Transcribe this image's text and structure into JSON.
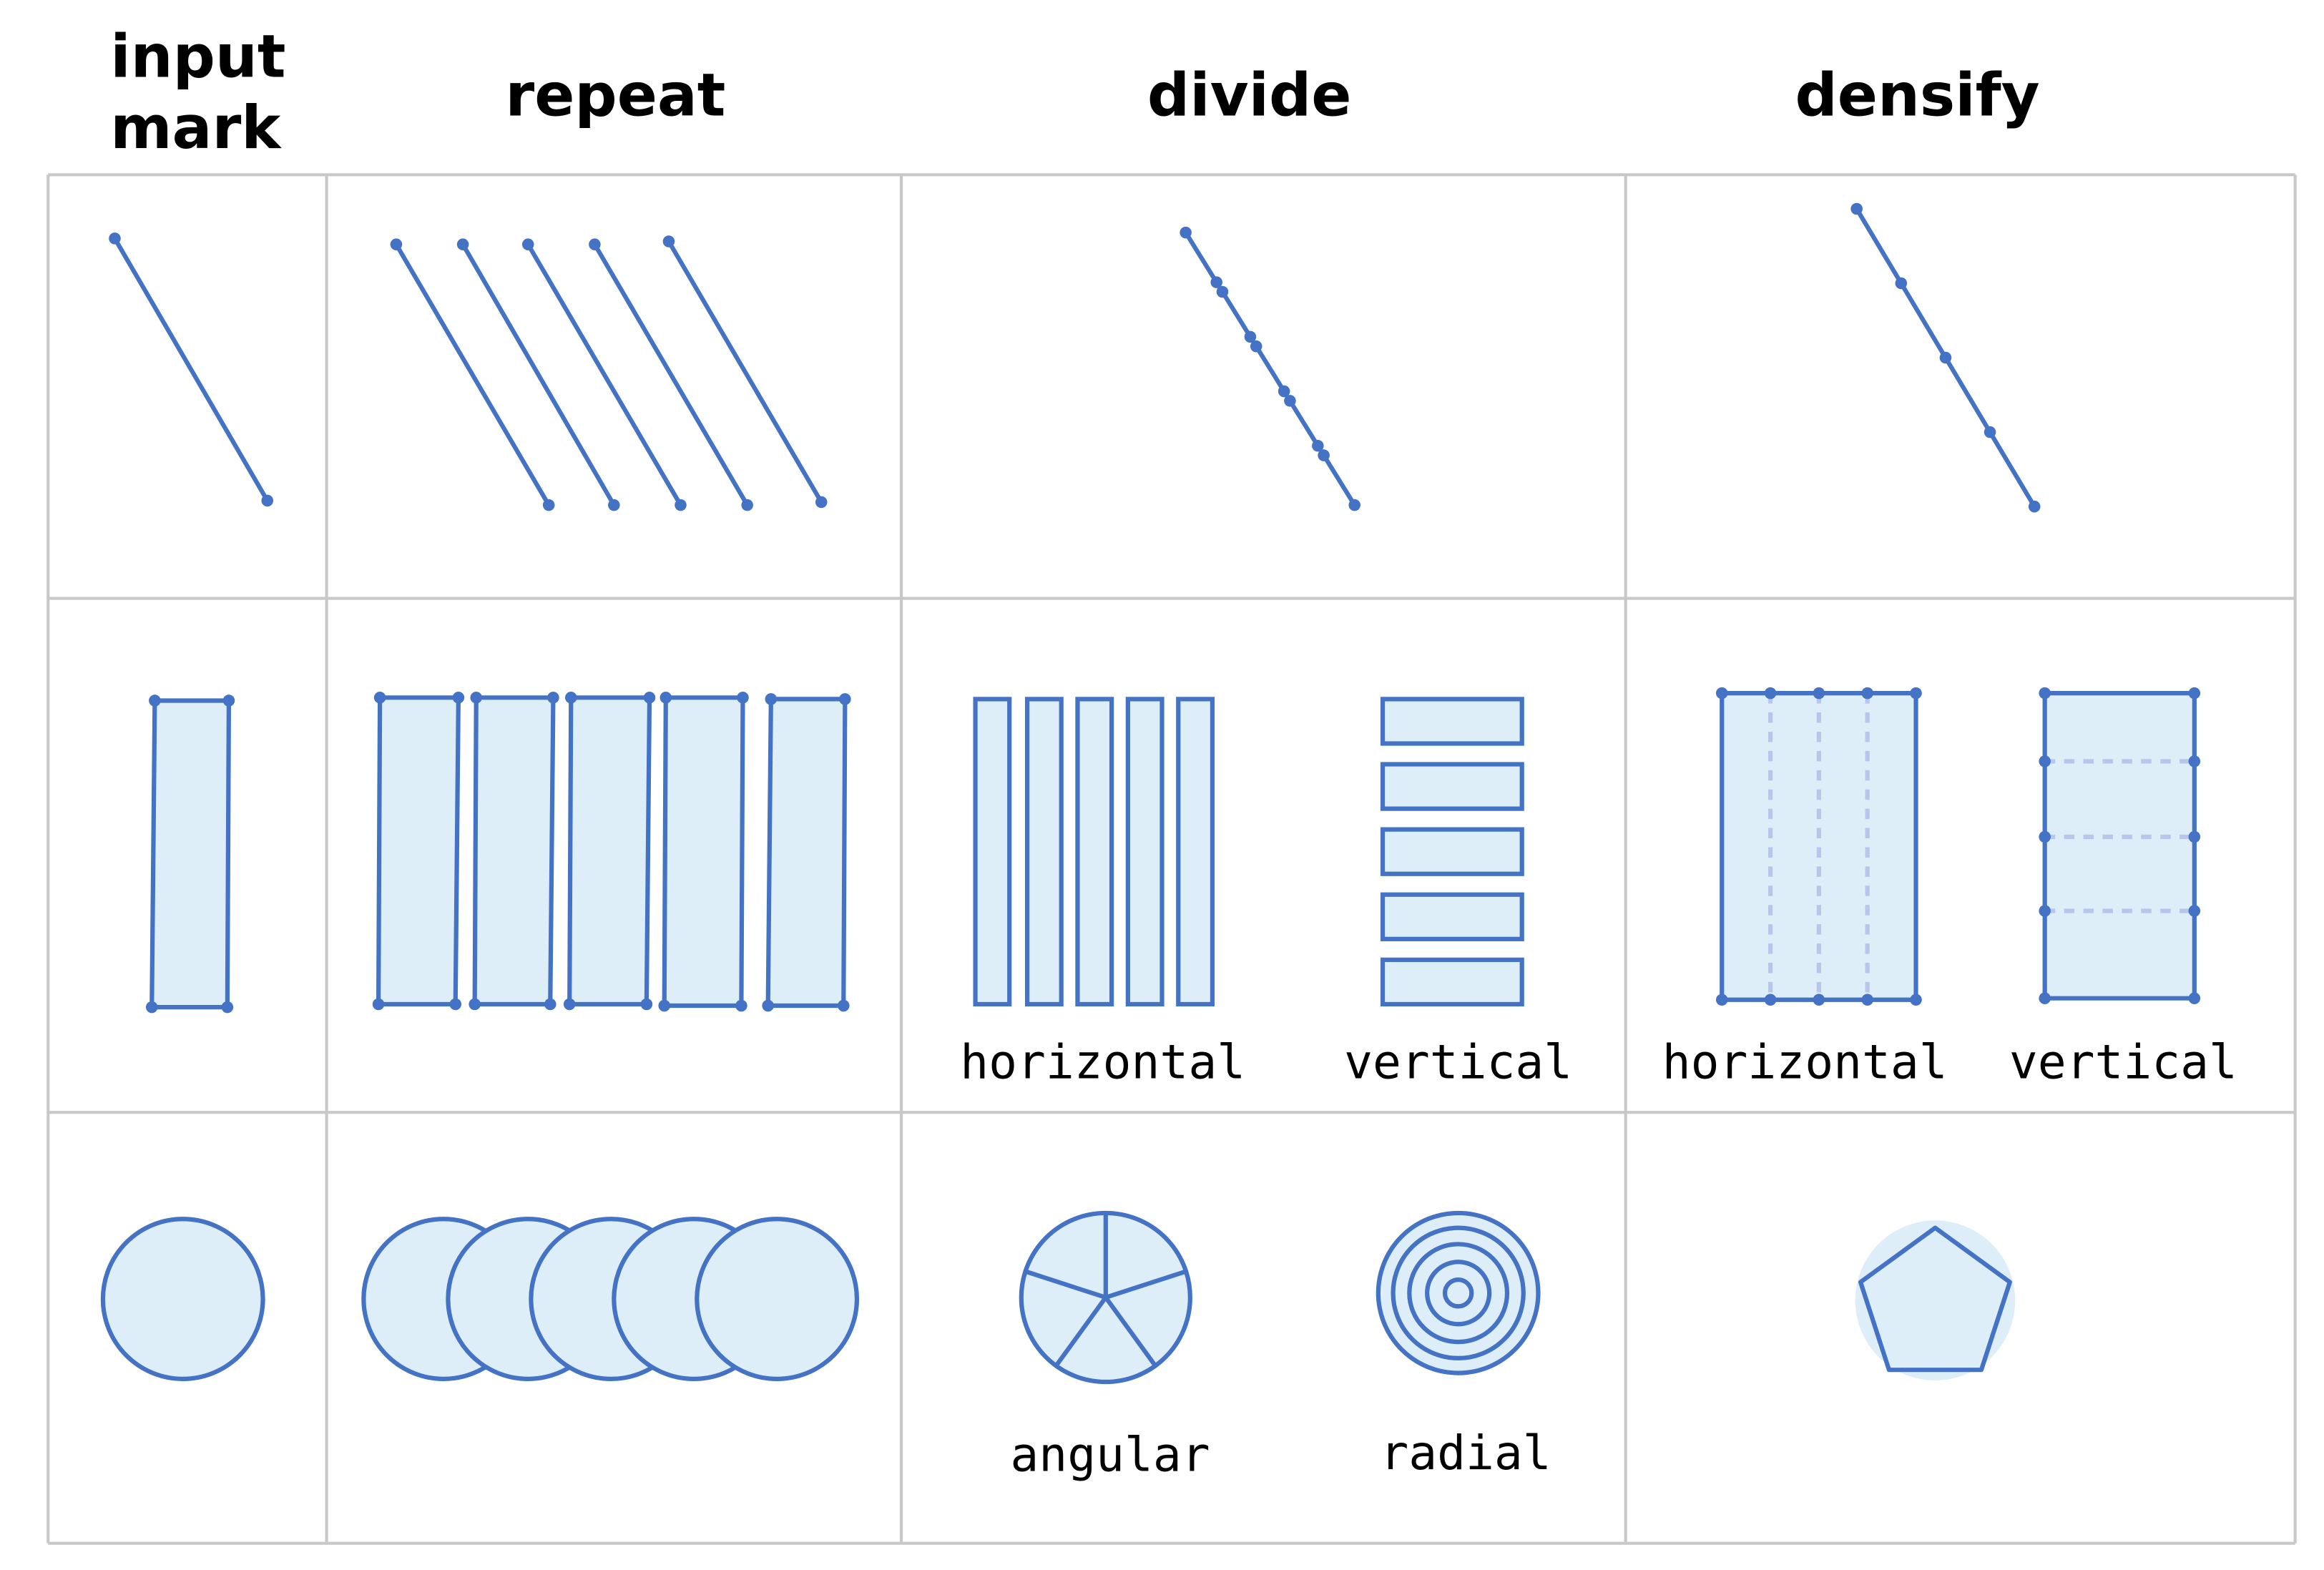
{
  "headers": {
    "input_line1": "input",
    "input_line2": "mark",
    "repeat": "repeat",
    "divide": "divide",
    "densify": "densify"
  },
  "labels": {
    "divide_horizontal": "horizontal",
    "divide_vertical": "vertical",
    "densify_horizontal": "horizontal",
    "densify_vertical": "vertical",
    "angular": "angular",
    "radial": "radial"
  },
  "colors": {
    "stroke": "#4472c4",
    "fill": "#ddeef9",
    "dashed": "#b7c6ea",
    "grid": "#c8c8c8"
  },
  "marks": {
    "input": [
      "line",
      "rectangle",
      "circle"
    ],
    "repeat_count": 5,
    "divide_segments": 5,
    "divide_radial_rings": 5,
    "densify_line_points": 5,
    "densify_rect_sections": 4,
    "densify_circle_to_polygon_sides": 5
  }
}
